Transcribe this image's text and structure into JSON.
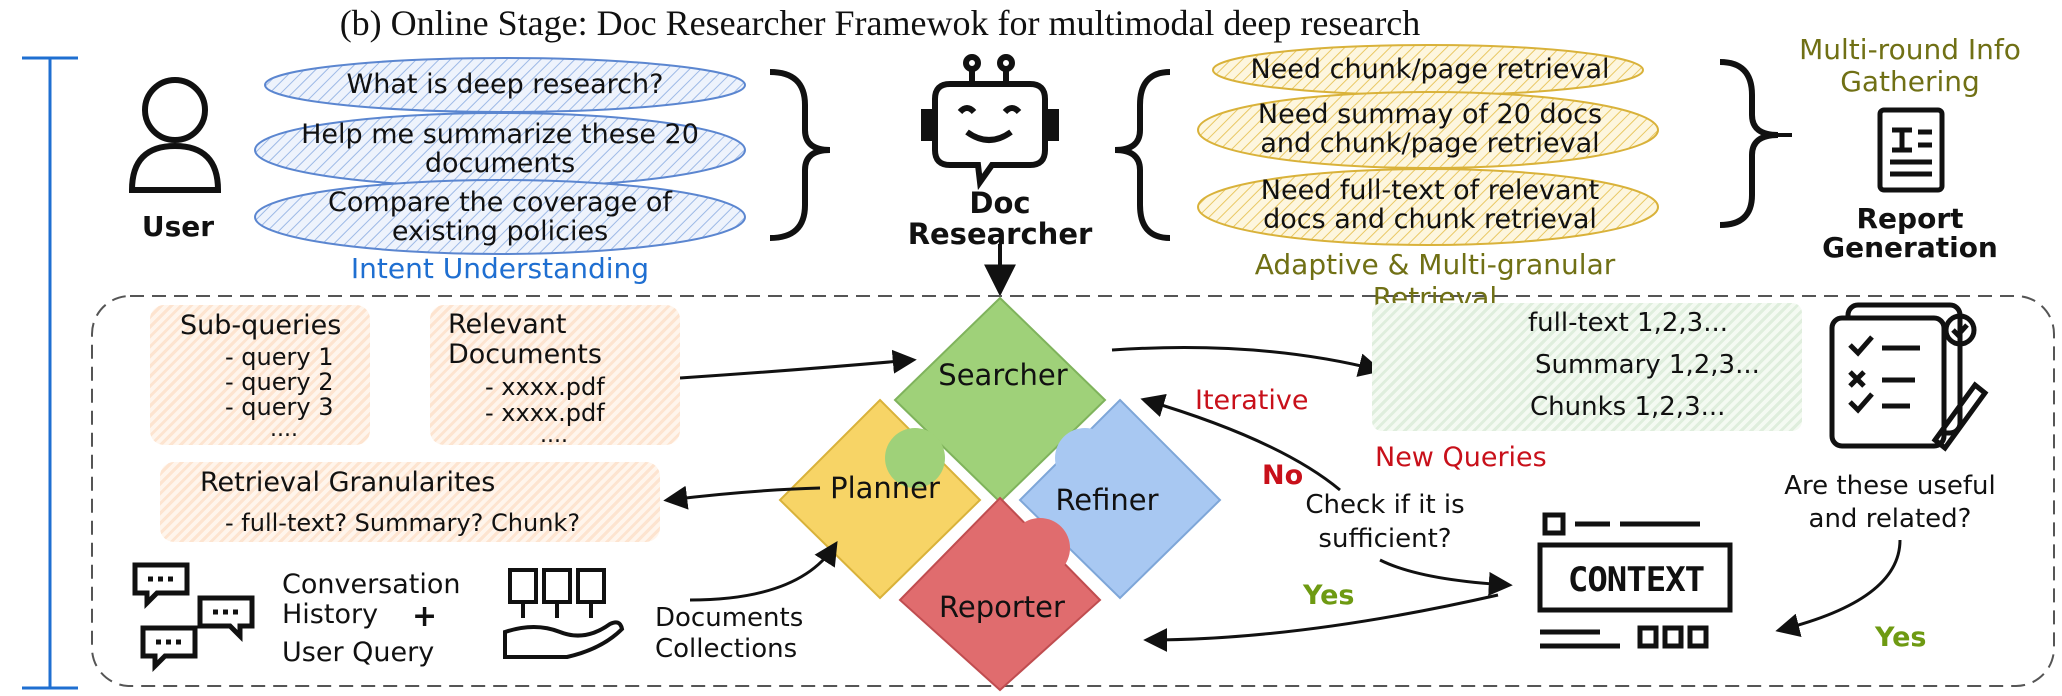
{
  "title": "(b) Online Stage: Doc Researcher Framewok for multimodal deep research",
  "user_label": "User",
  "intent": {
    "queries": [
      "What is deep research?",
      "Help me summarize these 20 documents",
      "Compare the coverage of existing policies"
    ],
    "caption": "Intent Understanding"
  },
  "doc_researcher_label": "Doc Researcher",
  "retrieval": {
    "needs": [
      "Need chunk/page retrieval",
      "Need summay of 20 docs and chunk/page retrieval",
      "Need full-text of relevant docs and chunk retrieval"
    ],
    "caption": "Adaptive & Multi-granular Retrieval"
  },
  "multi_round": "Multi-round Info Gathering",
  "report_generation": "Report Generation",
  "subqueries": {
    "title": "Sub-queries",
    "items": [
      "- query 1",
      "- query 2",
      "- query 3",
      "...."
    ]
  },
  "relevant_docs": {
    "title": "Relevant Documents",
    "items": [
      "- xxxx.pdf",
      "- xxxx.pdf",
      "...."
    ]
  },
  "granularities": {
    "title": "Retrieval Granularites",
    "text": "- full-text? Summary? Chunk?"
  },
  "conversation": {
    "line1": "Conversation",
    "line2": "History",
    "plus": "+",
    "line3": "User Query"
  },
  "documents_collections": "Documents Collections",
  "puzzle": {
    "searcher": "Searcher",
    "planner": "Planner",
    "refiner": "Refiner",
    "reporter": "Reporter"
  },
  "search_results": [
    "full-text 1,2,3...",
    "Summary 1,2,3...",
    "Chunks 1,2,3..."
  ],
  "iterative": "Iterative",
  "new_queries": "New Queries",
  "no": "No",
  "check": "Check if it is sufficient?",
  "yes1": "Yes",
  "context_label": "CONTEXT",
  "useful": "Are these useful and related?",
  "yes2": "Yes",
  "colors": {
    "blue": "#1f6fd1",
    "olive": "#707015",
    "red": "#c8101a",
    "green": "#6e9a12",
    "puzzle_green": "#9fd179",
    "puzzle_yellow": "#f7d466",
    "puzzle_blue": "#a8c8f2",
    "puzzle_red": "#e06c6e"
  }
}
